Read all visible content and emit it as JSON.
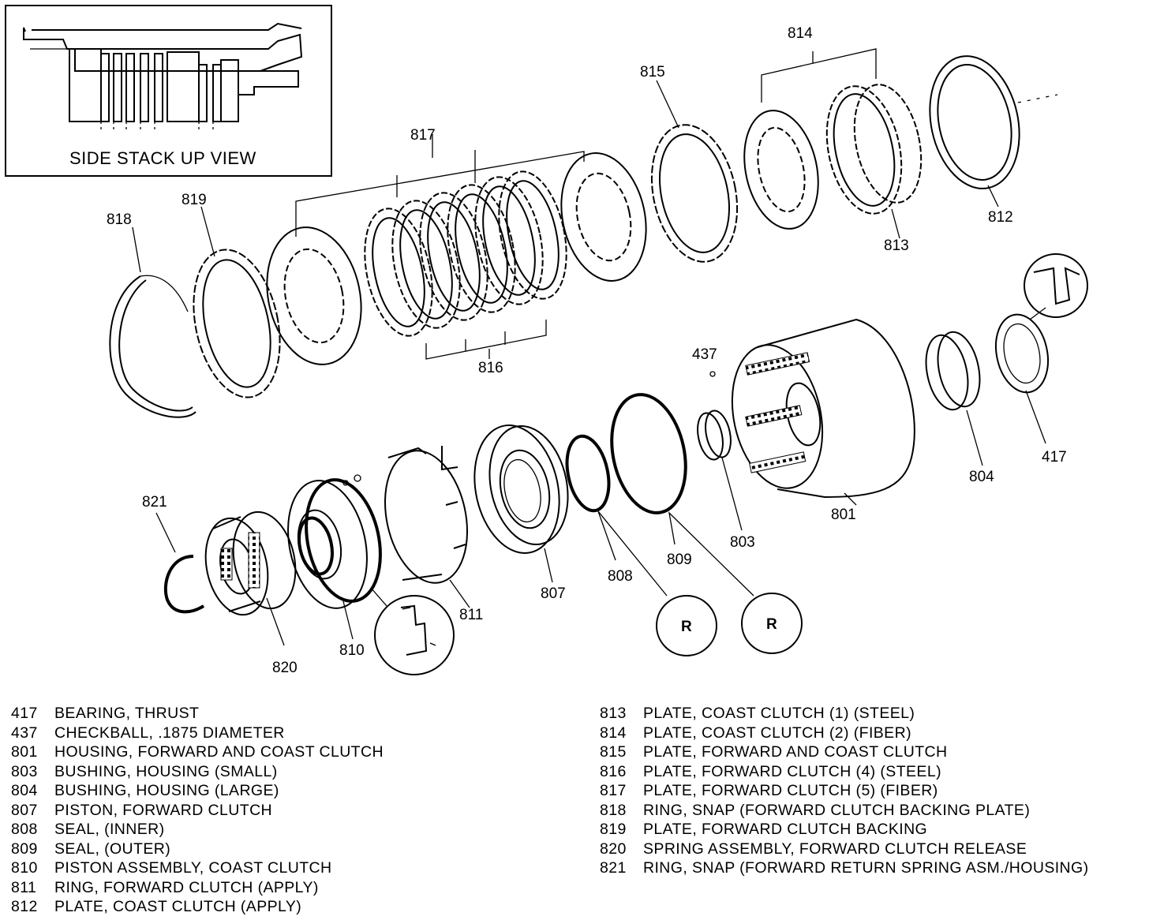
{
  "inset": {
    "title": "SIDE STACK UP VIEW"
  },
  "callouts": {
    "c417": "417",
    "c437": "437",
    "c801": "801",
    "c803": "803",
    "c804": "804",
    "c807": "807",
    "c808": "808",
    "c809": "809",
    "c810": "810",
    "c811": "811",
    "c812": "812",
    "c813": "813",
    "c814": "814",
    "c815": "815",
    "c816": "816",
    "c817": "817",
    "c818": "818",
    "c819": "819",
    "c820": "820",
    "c821": "821"
  },
  "detail_marks": {
    "seal_inner": "R",
    "seal_outer": "R"
  },
  "legend": {
    "left": [
      {
        "num": "417",
        "desc": "BEARING, THRUST"
      },
      {
        "num": "437",
        "desc": "CHECKBALL, .1875 DIAMETER"
      },
      {
        "num": "801",
        "desc": "HOUSING, FORWARD AND COAST CLUTCH"
      },
      {
        "num": "803",
        "desc": "BUSHING, HOUSING (SMALL)"
      },
      {
        "num": "804",
        "desc": "BUSHING, HOUSING (LARGE)"
      },
      {
        "num": "807",
        "desc": "PISTON, FORWARD CLUTCH"
      },
      {
        "num": "808",
        "desc": "SEAL, (INNER)"
      },
      {
        "num": "809",
        "desc": "SEAL, (OUTER)"
      },
      {
        "num": "810",
        "desc": "PISTON ASSEMBLY, COAST CLUTCH"
      },
      {
        "num": "811",
        "desc": "RING, FORWARD CLUTCH (APPLY)"
      },
      {
        "num": "812",
        "desc": "PLATE, COAST CLUTCH (APPLY)"
      }
    ],
    "right": [
      {
        "num": "813",
        "desc": "PLATE, COAST CLUTCH (1) (STEEL)"
      },
      {
        "num": "814",
        "desc": "PLATE, COAST CLUTCH (2) (FIBER)"
      },
      {
        "num": "815",
        "desc": "PLATE, FORWARD AND COAST CLUTCH"
      },
      {
        "num": "816",
        "desc": "PLATE, FORWARD CLUTCH (4) (STEEL)"
      },
      {
        "num": "817",
        "desc": "PLATE, FORWARD CLUTCH (5) (FIBER)"
      },
      {
        "num": "818",
        "desc": "RING, SNAP (FORWARD CLUTCH BACKING PLATE)"
      },
      {
        "num": "819",
        "desc": "PLATE, FORWARD CLUTCH BACKING"
      },
      {
        "num": "820",
        "desc": "SPRING ASSEMBLY, FORWARD CLUTCH RELEASE"
      },
      {
        "num": "821",
        "desc": "RING, SNAP (FORWARD RETURN SPRING ASM./HOUSING)"
      }
    ]
  }
}
